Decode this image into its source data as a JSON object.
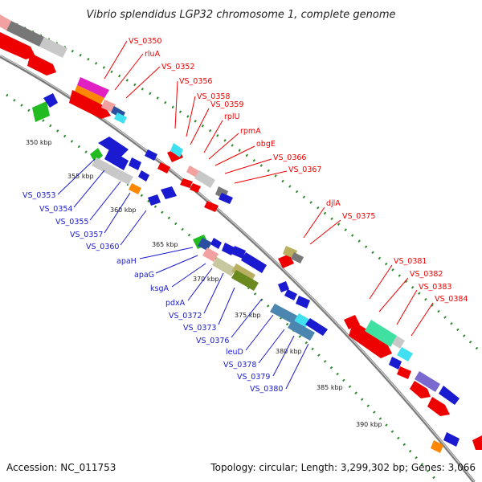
{
  "title": "Vibrio splendidus LGP32 chromosome 1, complete genome",
  "footer": {
    "accession": "Accession: NC_011753",
    "summary": "Topology: circular; Length: 3,299,302 bp; Genes: 3,066"
  },
  "colors": {
    "forward": "#ee0000",
    "reverse": "#1a1ad0",
    "gc_dots": "#2d8a2d",
    "backbone": "#7a7a7a"
  },
  "scale": {
    "unit": "kbp",
    "ticks": [
      "350 kbp",
      "355 kbp",
      "360 kbp",
      "365 kbp",
      "370 kbp",
      "375 kbp",
      "380 kbp",
      "385 kbp",
      "390 kbp"
    ]
  },
  "forward_labels": [
    "VS_0350",
    "rluA",
    "VS_0352",
    "VS_0356",
    "VS_0358",
    "VS_0359",
    "rplU",
    "rpmA",
    "obgE",
    "VS_0366",
    "VS_0367",
    "djlA",
    "VS_0375",
    "VS_0381",
    "VS_0382",
    "VS_0383",
    "VS_0384"
  ],
  "reverse_labels": [
    "VS_0353",
    "VS_0354",
    "VS_0355",
    "VS_0357",
    "VS_0360",
    "apaH",
    "apaG",
    "ksgA",
    "pdxA",
    "VS_0372",
    "VS_0373",
    "VS_0376",
    "leuD",
    "VS_0378",
    "VS_0379",
    "VS_0380"
  ]
}
